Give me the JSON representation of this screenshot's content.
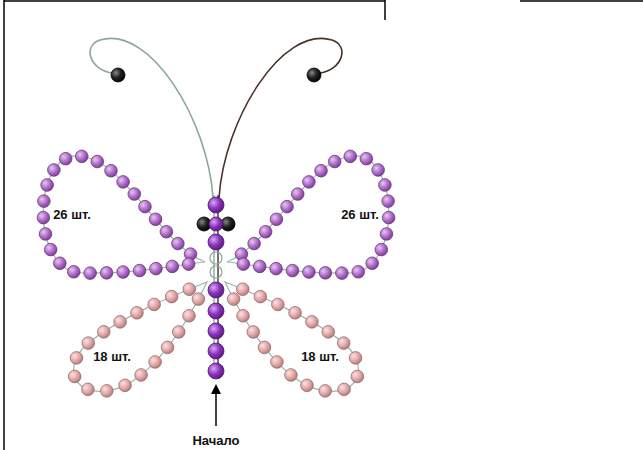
{
  "diagram": {
    "labels": [
      "26 шт.",
      "26 шт.",
      "18 шт.",
      "18 шт.",
      "Начало"
    ]
  }
}
